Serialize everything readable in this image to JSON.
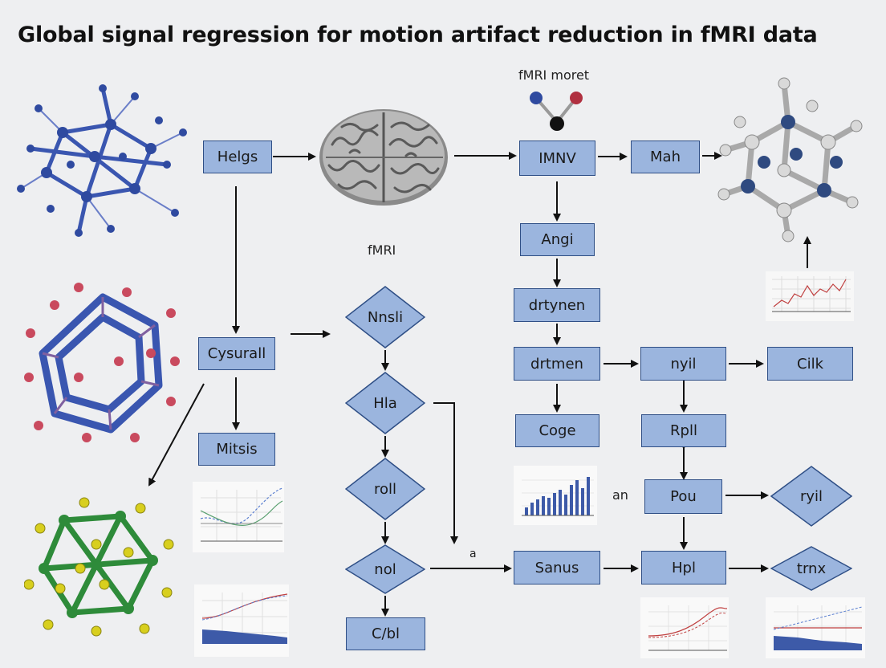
{
  "title": "Global signal regression for motion artifact reduction in fMRI data",
  "labels": {
    "top_center": "fMRI moret",
    "middle": "fMRI",
    "an": "an",
    "a": "a"
  },
  "nodes": {
    "helgs": "Helgs",
    "cysurall": "Cysurall",
    "mitsis": "Mitsis",
    "imnv": "IMNV",
    "mah": "Mah",
    "angi": "Angi",
    "drtynen": "drtynen",
    "drtmen": "drtmen",
    "coge": "Coge",
    "nyil": "nyil",
    "cilk": "Cilk",
    "rpll": "Rpll",
    "pou": "Pou",
    "sanus": "Sanus",
    "hpl": "Hpl",
    "cbl": "C/bl"
  },
  "diamonds": {
    "nnsli": "Nnsli",
    "hla": "Hla",
    "roll": "roll",
    "nol": "nol",
    "ryil": "ryil",
    "trnx": "trnx"
  },
  "colors": {
    "node_fill": "#9bb5de",
    "node_border": "#2f4f86",
    "blue_molecule": "#2f4aa0",
    "pink_atom": "#c94a5e",
    "green_bond": "#2e8b3a",
    "yellow_atom": "#d8cf1e"
  }
}
